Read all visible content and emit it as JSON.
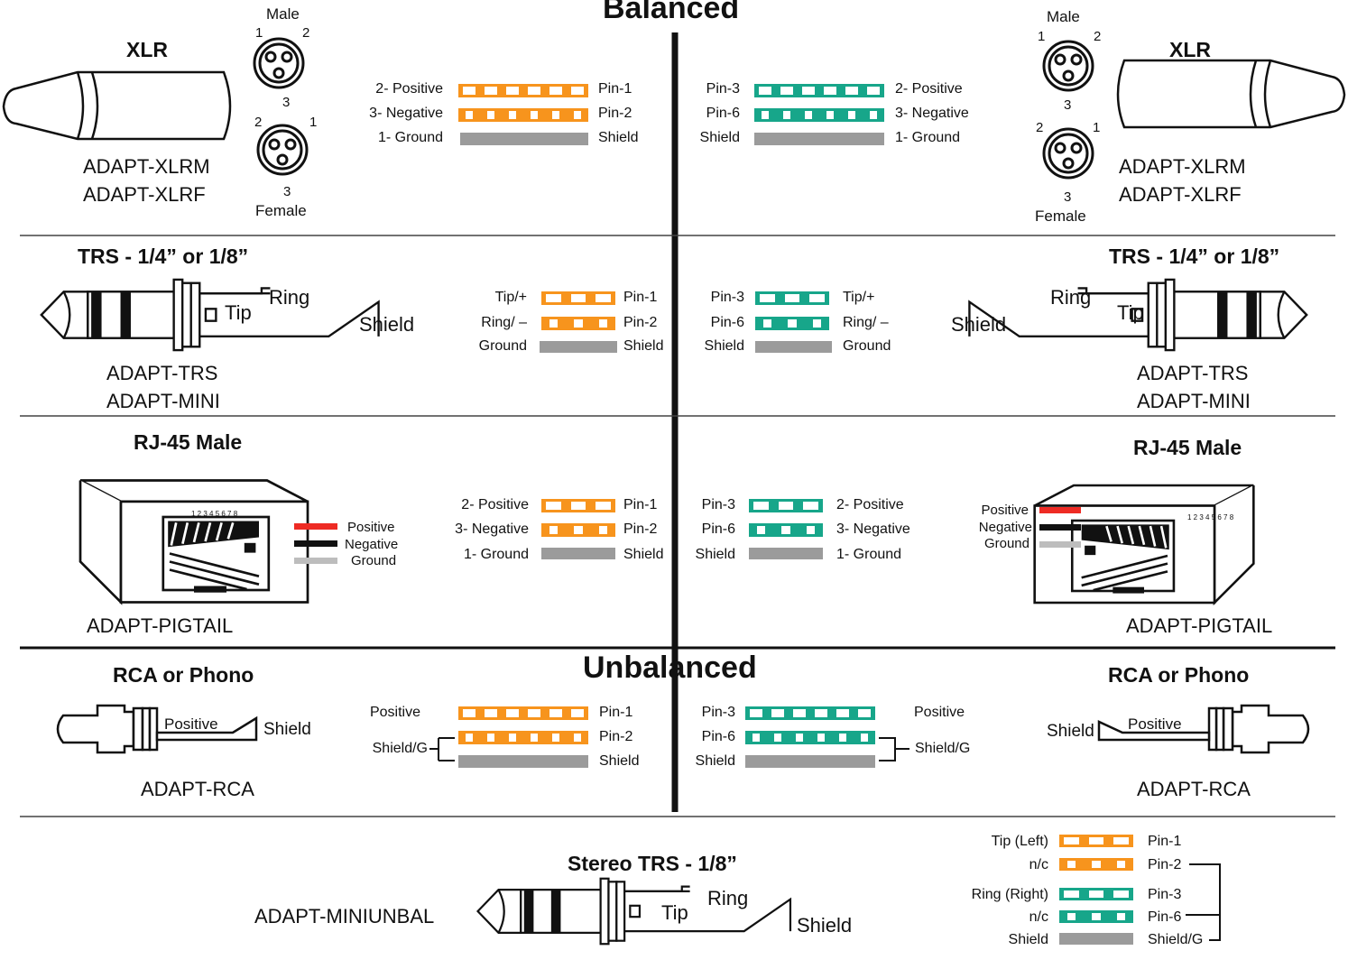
{
  "colors": {
    "orange": "#f7941d",
    "teal": "#17a68a",
    "gray": "#9b9b9b",
    "line": "#111111",
    "red": "#ee2b24"
  },
  "section_titles": {
    "balanced": "Balanced",
    "unbalanced": "Unbalanced"
  },
  "xlr": {
    "title": "XLR",
    "male": "Male",
    "female": "Female",
    "models": [
      "ADAPT-XLRM",
      "ADAPT-XLRF"
    ],
    "pins_male": [
      "1",
      "2",
      "3"
    ],
    "pins_female": [
      "2",
      "1",
      "3"
    ],
    "left_wires": [
      {
        "label": "2- Positive",
        "pin": "Pin-1"
      },
      {
        "label": "3- Negative",
        "pin": "Pin-2"
      },
      {
        "label": "1- Ground",
        "pin": "Shield"
      }
    ],
    "right_wires": [
      {
        "pin": "Pin-3",
        "label": "2- Positive"
      },
      {
        "pin": "Pin-6",
        "label": "3- Negative"
      },
      {
        "pin": "Shield",
        "label": "1- Ground"
      }
    ]
  },
  "trs": {
    "title": "TRS - 1/4” or 1/8”",
    "ring": "Ring",
    "tip": "Tip",
    "shield": "Shield",
    "models": [
      "ADAPT-TRS",
      "ADAPT-MINI"
    ],
    "left_wires": [
      {
        "label": "Tip/+",
        "pin": "Pin-1"
      },
      {
        "label": "Ring/ –",
        "pin": "Pin-2"
      },
      {
        "label": "Ground",
        "pin": "Shield"
      }
    ],
    "right_wires": [
      {
        "pin": "Pin-3",
        "label": "Tip/+"
      },
      {
        "pin": "Pin-6",
        "label": "Ring/ –"
      },
      {
        "pin": "Shield",
        "label": "Ground"
      }
    ]
  },
  "rj45": {
    "title": "RJ-45 Male",
    "pin_numbers": "1 2 3 4 5 6 7 8",
    "positive": "Positive",
    "negative": "Negative",
    "ground": "Ground",
    "model": "ADAPT-PIGTAIL",
    "left_wires": [
      {
        "label": "2- Positive",
        "pin": "Pin-1"
      },
      {
        "label": "3- Negative",
        "pin": "Pin-2"
      },
      {
        "label": "1- Ground",
        "pin": "Shield"
      }
    ],
    "right_wires": [
      {
        "pin": "Pin-3",
        "label": "2- Positive"
      },
      {
        "pin": "Pin-6",
        "label": "3- Negative"
      },
      {
        "pin": "Shield",
        "label": "1- Ground"
      }
    ]
  },
  "rca": {
    "title": "RCA or Phono",
    "positive": "Positive",
    "shield": "Shield",
    "model": "ADAPT-RCA",
    "left_wires": {
      "positive": "Positive",
      "shield_g": "Shield/G",
      "pins": [
        "Pin-1",
        "Pin-2",
        "Shield"
      ]
    },
    "right_wires": {
      "positive": "Positive",
      "shield_g": "Shield/G",
      "pins": [
        "Pin-3",
        "Pin-6",
        "Shield"
      ]
    }
  },
  "stereo": {
    "title": "Stereo TRS - 1/8”",
    "model": "ADAPT-MINIUNBAL",
    "ring": "Ring",
    "tip": "Tip",
    "shield": "Shield",
    "wires": [
      {
        "label": "Tip (Left)",
        "pin": "Pin-1"
      },
      {
        "label": "n/c",
        "pin": "Pin-2"
      },
      {
        "label": "Ring (Right)",
        "pin": "Pin-3"
      },
      {
        "label": "n/c",
        "pin": "Pin-6"
      },
      {
        "label": "Shield",
        "pin": "Shield/G"
      }
    ]
  }
}
